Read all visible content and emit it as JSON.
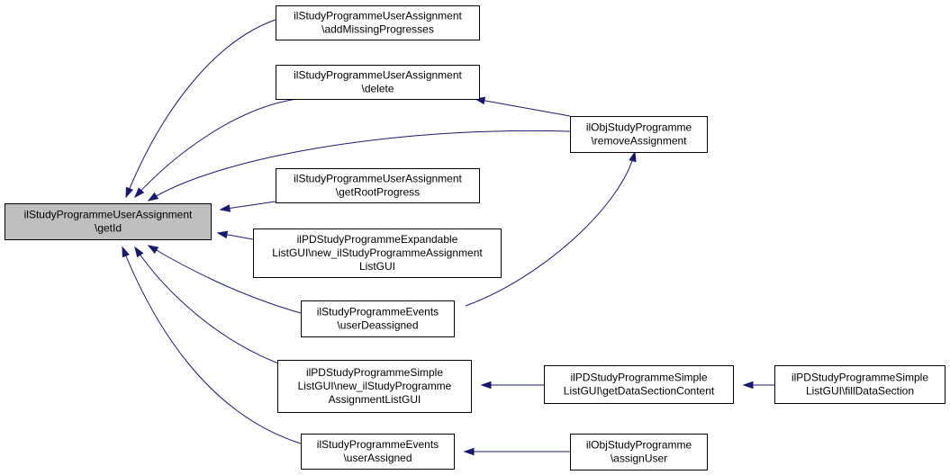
{
  "graph": {
    "nodes": [
      {
        "id": "getId",
        "lines": [
          "ilStudyProgrammeUserAssignment",
          "\\getId"
        ],
        "focus": true
      },
      {
        "id": "addMissing",
        "lines": [
          "ilStudyProgrammeUserAssignment",
          "\\addMissingProgresses"
        ]
      },
      {
        "id": "delete",
        "lines": [
          "ilStudyProgrammeUserAssignment",
          "\\delete"
        ]
      },
      {
        "id": "getRootProgress",
        "lines": [
          "ilStudyProgrammeUserAssignment",
          "\\getRootProgress"
        ]
      },
      {
        "id": "expandableNew",
        "lines": [
          "ilPDStudyProgrammeExpandable",
          "ListGUI\\new_ilStudyProgrammeAssignment",
          "ListGUI"
        ]
      },
      {
        "id": "userDeassigned",
        "lines": [
          "ilStudyProgrammeEvents",
          "\\userDeassigned"
        ]
      },
      {
        "id": "simpleNew",
        "lines": [
          "ilPDStudyProgrammeSimple",
          "ListGUI\\new_ilStudyProgramme",
          "AssignmentListGUI"
        ]
      },
      {
        "id": "userAssigned",
        "lines": [
          "ilStudyProgrammeEvents",
          "\\userAssigned"
        ]
      },
      {
        "id": "removeAssignment",
        "lines": [
          "ilObjStudyProgramme",
          "\\removeAssignment"
        ]
      },
      {
        "id": "getDataSection",
        "lines": [
          "ilPDStudyProgrammeSimple",
          "ListGUI\\getDataSectionContent"
        ]
      },
      {
        "id": "assignUser",
        "lines": [
          "ilObjStudyProgramme",
          "\\assignUser"
        ]
      },
      {
        "id": "fillDataSection",
        "lines": [
          "ilPDStudyProgrammeSimple",
          "ListGUI\\fillDataSection"
        ]
      }
    ],
    "edges": [
      {
        "from": "addMissing",
        "to": "getId"
      },
      {
        "from": "delete",
        "to": "getId"
      },
      {
        "from": "removeAssignment",
        "to": "getId"
      },
      {
        "from": "getRootProgress",
        "to": "getId"
      },
      {
        "from": "expandableNew",
        "to": "getId"
      },
      {
        "from": "userDeassigned",
        "to": "getId"
      },
      {
        "from": "simpleNew",
        "to": "getId"
      },
      {
        "from": "userAssigned",
        "to": "getId"
      },
      {
        "from": "removeAssignment",
        "to": "delete"
      },
      {
        "from": "userDeassigned",
        "to": "removeAssignment"
      },
      {
        "from": "getDataSection",
        "to": "simpleNew"
      },
      {
        "from": "assignUser",
        "to": "userAssigned"
      },
      {
        "from": "fillDataSection",
        "to": "getDataSection"
      }
    ]
  }
}
